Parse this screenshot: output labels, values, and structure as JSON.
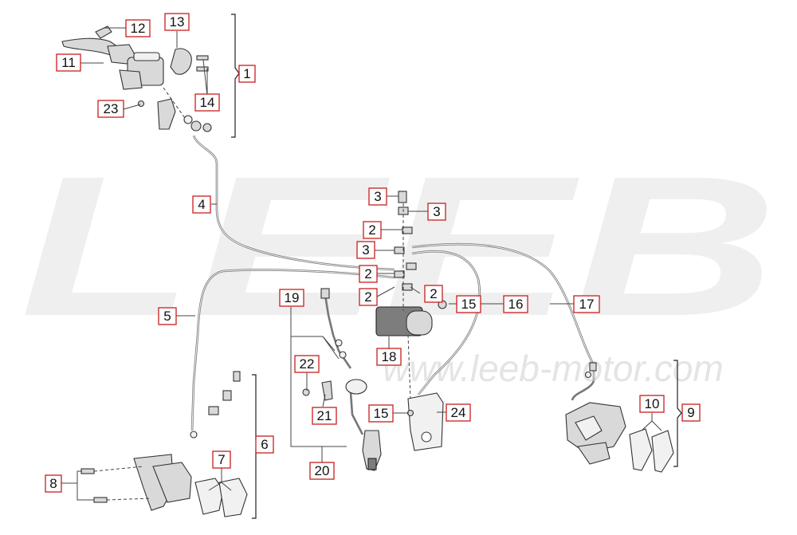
{
  "watermark": {
    "logo": "LEEB",
    "url": "www.leeb-motor.com"
  },
  "callouts": [
    {
      "id": "c12",
      "label": "12"
    },
    {
      "id": "c13",
      "label": "13"
    },
    {
      "id": "c11",
      "label": "11"
    },
    {
      "id": "c1",
      "label": "1"
    },
    {
      "id": "c14",
      "label": "14"
    },
    {
      "id": "c23",
      "label": "23"
    },
    {
      "id": "c4",
      "label": "4"
    },
    {
      "id": "c3a",
      "label": "3"
    },
    {
      "id": "c3b",
      "label": "3"
    },
    {
      "id": "c2a",
      "label": "2"
    },
    {
      "id": "c3c",
      "label": "3"
    },
    {
      "id": "c2b",
      "label": "2"
    },
    {
      "id": "c2c",
      "label": "2"
    },
    {
      "id": "c2d",
      "label": "2"
    },
    {
      "id": "c19",
      "label": "19"
    },
    {
      "id": "c15a",
      "label": "15"
    },
    {
      "id": "c16",
      "label": "16"
    },
    {
      "id": "c17",
      "label": "17"
    },
    {
      "id": "c5",
      "label": "5"
    },
    {
      "id": "c18",
      "label": "18"
    },
    {
      "id": "c22",
      "label": "22"
    },
    {
      "id": "c15b",
      "label": "15"
    },
    {
      "id": "c24",
      "label": "24"
    },
    {
      "id": "c21",
      "label": "21"
    },
    {
      "id": "c10",
      "label": "10"
    },
    {
      "id": "c9",
      "label": "9"
    },
    {
      "id": "c6",
      "label": "6"
    },
    {
      "id": "c7",
      "label": "7"
    },
    {
      "id": "c20",
      "label": "20"
    },
    {
      "id": "c8",
      "label": "8"
    }
  ]
}
